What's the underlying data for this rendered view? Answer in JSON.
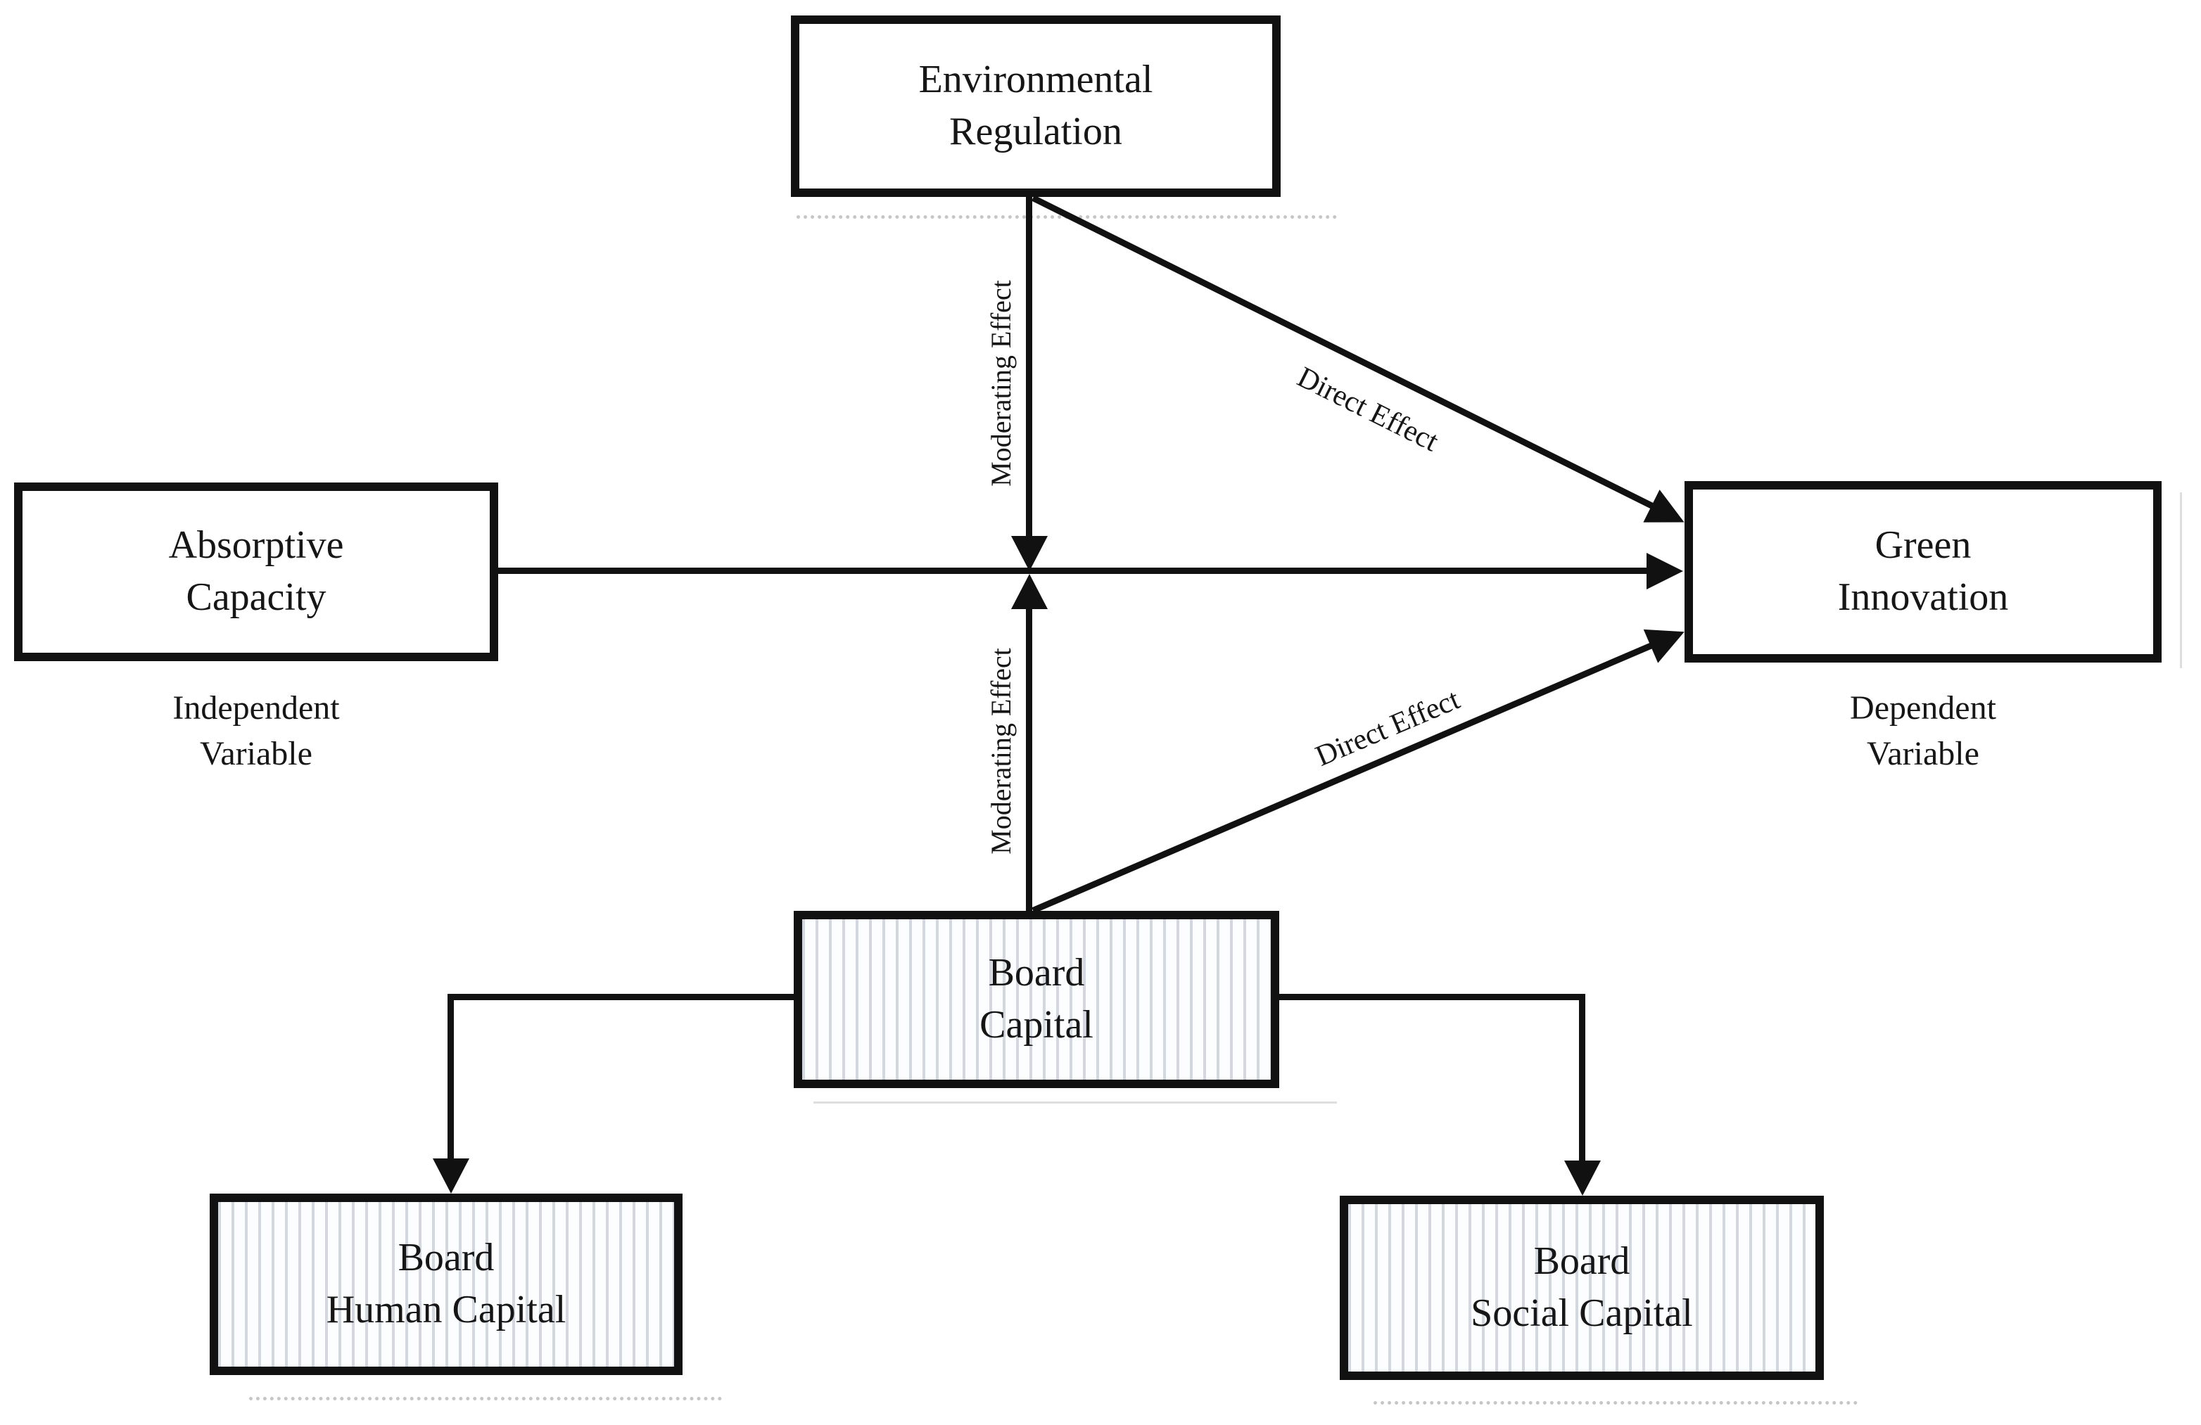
{
  "figure": {
    "type": "conceptual-model-diagram",
    "nodes": {
      "environmental_regulation": {
        "label": "Environmental\nRegulation",
        "style": "plain"
      },
      "absorptive_capacity": {
        "label": "Absorptive\nCapacity",
        "sublabel": "Independent\nVariable",
        "style": "plain"
      },
      "green_innovation": {
        "label": "Green\nInnovation",
        "sublabel": "Dependent\nVariable",
        "style": "plain"
      },
      "board_capital": {
        "label": "Board\nCapital",
        "style": "striped"
      },
      "board_human_capital": {
        "label": "Board\nHuman Capital",
        "style": "striped"
      },
      "board_social_capital": {
        "label": "Board\nSocial Capital",
        "style": "striped"
      }
    },
    "edges": {
      "absorptive_to_green": {
        "from": "Absorptive Capacity",
        "to": "Green Innovation",
        "label": ""
      },
      "env_direct": {
        "from": "Environmental Regulation",
        "to": "Green Innovation",
        "label": "Direct Effect"
      },
      "env_moderating": {
        "from": "Environmental Regulation",
        "to": "absorptive-to-green arrow",
        "label": "Moderating Effect"
      },
      "board_direct": {
        "from": "Board Capital",
        "to": "Green Innovation",
        "label": "Direct Effect"
      },
      "board_moderating": {
        "from": "Board Capital",
        "to": "absorptive-to-green arrow",
        "label": "Moderating Effect"
      },
      "board_to_human": {
        "from": "Board Capital",
        "to": "Board Human Capital",
        "label": ""
      },
      "board_to_social": {
        "from": "Board Capital",
        "to": "Board Social Capital",
        "label": ""
      }
    },
    "colors": {
      "line": "#111111",
      "text": "#161616",
      "bg": "#ffffff",
      "box_bg": "#ffffff",
      "stripe": "#d2d7e0",
      "stripe_bg": "#fcfdfe",
      "artifact": "#c6c6c6",
      "artifact_soft": "#dedede"
    }
  }
}
